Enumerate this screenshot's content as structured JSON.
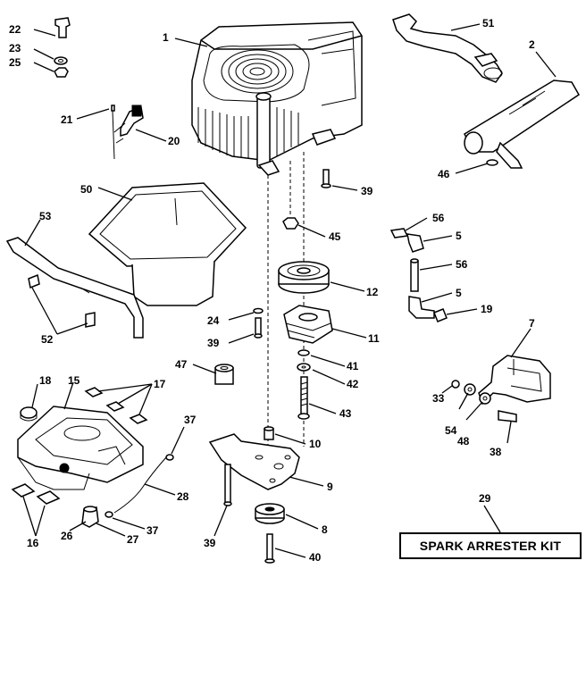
{
  "callouts": {
    "c1": "1",
    "c2": "2",
    "c5a": "5",
    "c5b": "5",
    "c7": "7",
    "c8": "8",
    "c9": "9",
    "c10": "10",
    "c11": "11",
    "c12": "12",
    "c15": "15",
    "c16": "16",
    "c17": "17",
    "c18": "18",
    "c19": "19",
    "c20": "20",
    "c21": "21",
    "c22": "22",
    "c23": "23",
    "c24": "24",
    "c25": "25",
    "c26": "26",
    "c27": "27",
    "c28": "28",
    "c29": "29",
    "c33": "33",
    "c37a": "37",
    "c37b": "37",
    "c38": "38",
    "c39a": "39",
    "c39b": "39",
    "c39c": "39",
    "c40": "40",
    "c41": "41",
    "c42": "42",
    "c43": "43",
    "c45": "45",
    "c46": "46",
    "c47": "47",
    "c48": "48",
    "c50": "50",
    "c51": "51",
    "c52": "52",
    "c53": "53",
    "c54": "54",
    "c56a": "56",
    "c56b": "56"
  },
  "kit_label": "SPARK ARRESTER KIT"
}
